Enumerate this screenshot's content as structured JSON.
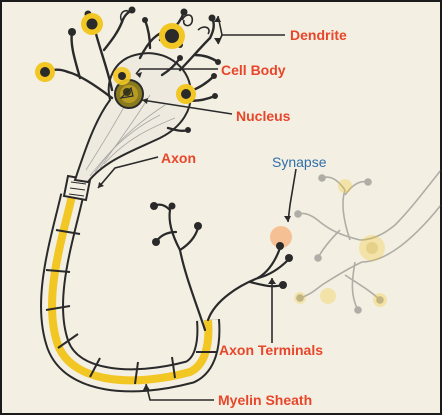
{
  "labels": {
    "dendrite": "Dendrite",
    "cell_body": "Cell Body",
    "nucleus": "Nucleus",
    "axon": "Axon",
    "synapse": "Synapse",
    "axon_terminals": "Axon Terminals",
    "myelin_sheath": "Myelin Sheath"
  },
  "colors": {
    "background": "#f3efe3",
    "label_red": "#e8462a",
    "label_blue": "#2f6fa8",
    "myelin_yellow": "#f2c623",
    "outline": "#2a2a2a"
  }
}
